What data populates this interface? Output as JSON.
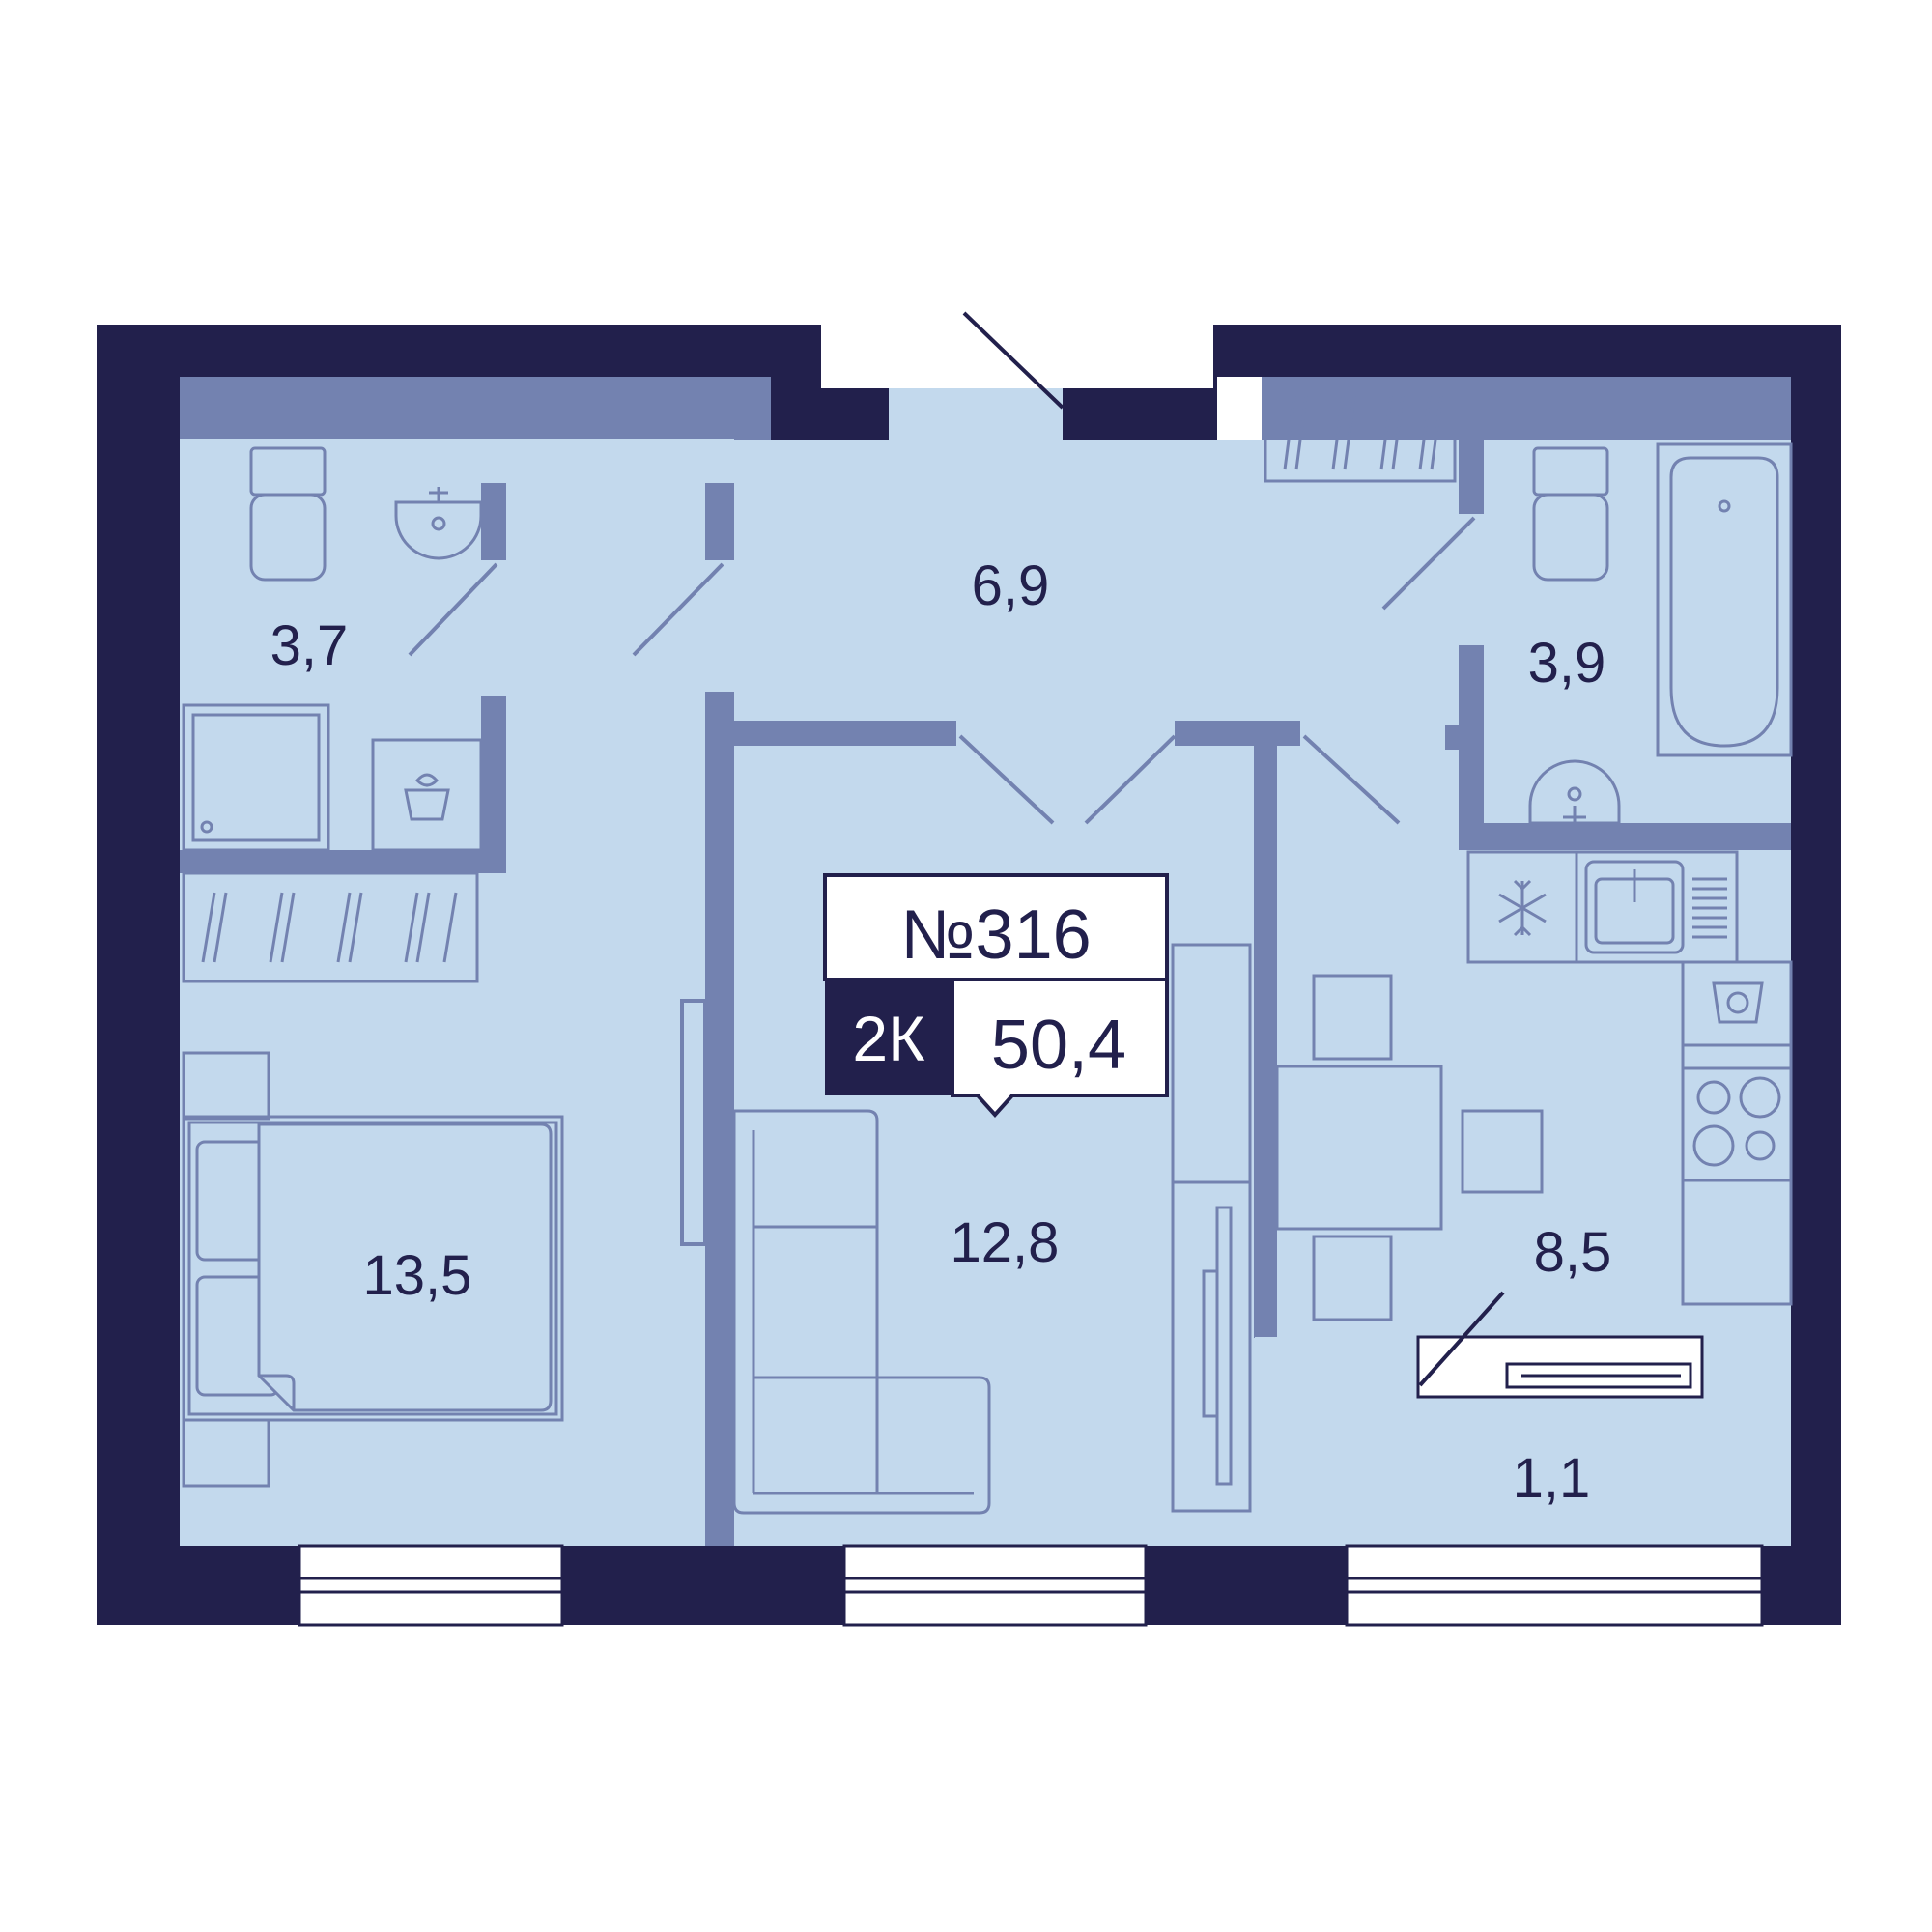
{
  "apartment": {
    "number": "№316",
    "type": "2К",
    "total_area": "50,4"
  },
  "rooms": [
    {
      "id": "bathroom-left",
      "area": "3,7"
    },
    {
      "id": "hallway",
      "area": "6,9"
    },
    {
      "id": "bathroom-right",
      "area": "3,9"
    },
    {
      "id": "bedroom",
      "area": "13,5"
    },
    {
      "id": "living-room",
      "area": "12,8"
    },
    {
      "id": "kitchen",
      "area": "8,5"
    },
    {
      "id": "balcony",
      "area": "1,1"
    }
  ],
  "colors": {
    "wall": "#22204c",
    "partition": "#7382b0",
    "floor": "#c3d9ed",
    "furniture_line": "#7382b0",
    "tag_dark": "#22204c"
  }
}
